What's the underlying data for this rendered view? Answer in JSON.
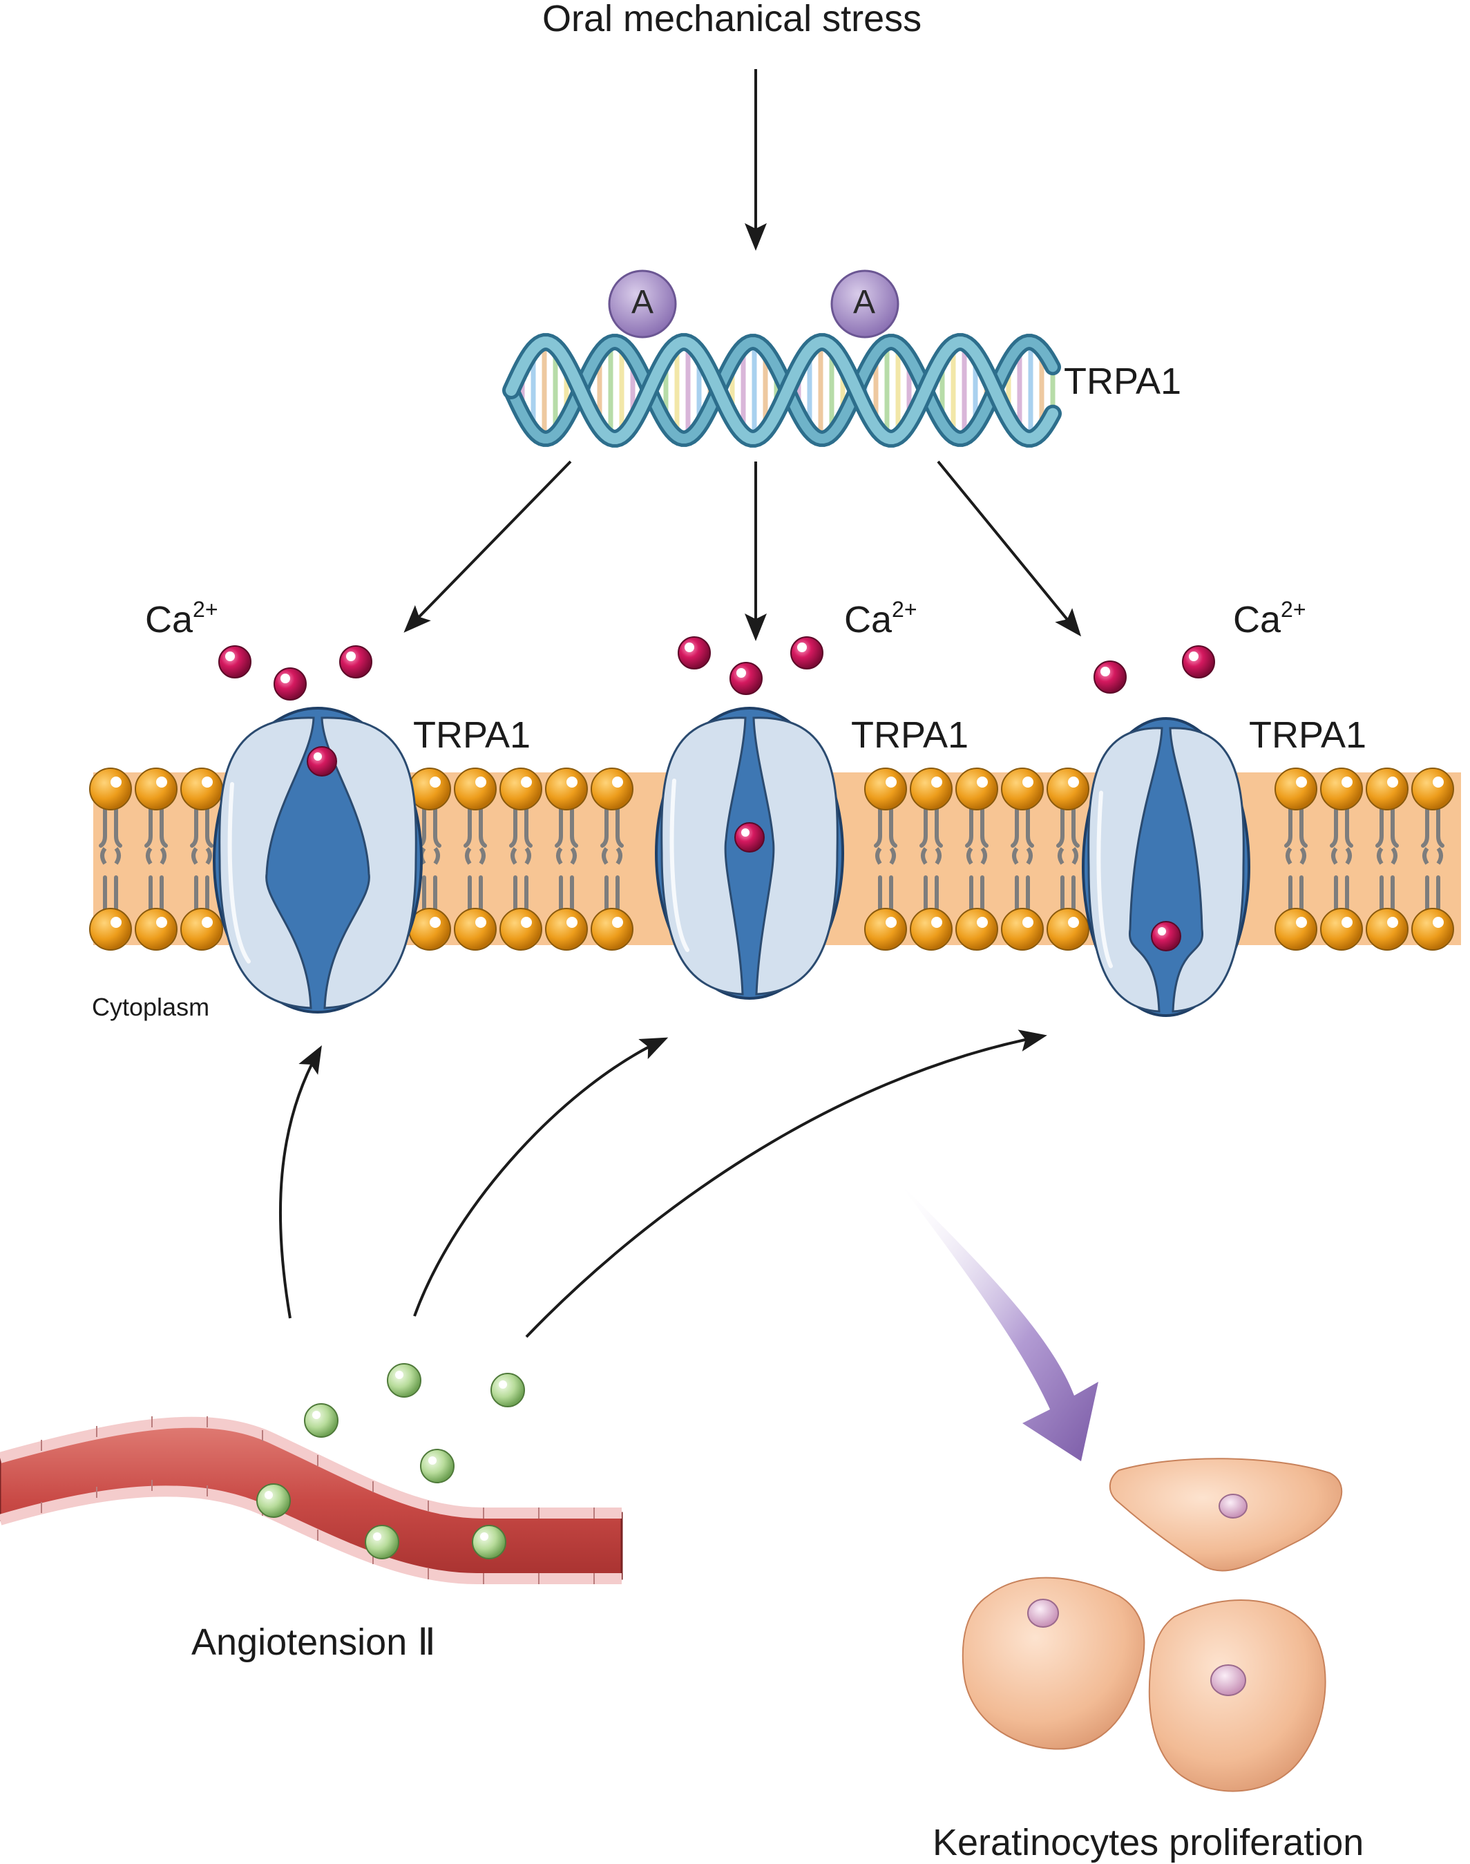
{
  "labels": {
    "stimulus": "Oral mechanical stress",
    "gene": "TRPA1",
    "methyl_mark": "A",
    "channel": "TRPA1",
    "ion_base": "Ca",
    "ion_charge": "2+",
    "compartment": "Cytoplasm",
    "ligand": "Angiotension Ⅱ",
    "outcome": "Keratinocytes proliferation"
  },
  "colors": {
    "membrane": "#f7c594",
    "lipid_head": "#ed9d1c",
    "channel_outer": "#d3e0ee",
    "channel_inner": "#3e77b3",
    "calcium": "#d4195f",
    "ligand": "#b8dc9b",
    "vessel": "#c94a46",
    "methyl": "#a68dc6",
    "cell": "#f2bb95",
    "arrow_purple": "#8e70b5"
  }
}
